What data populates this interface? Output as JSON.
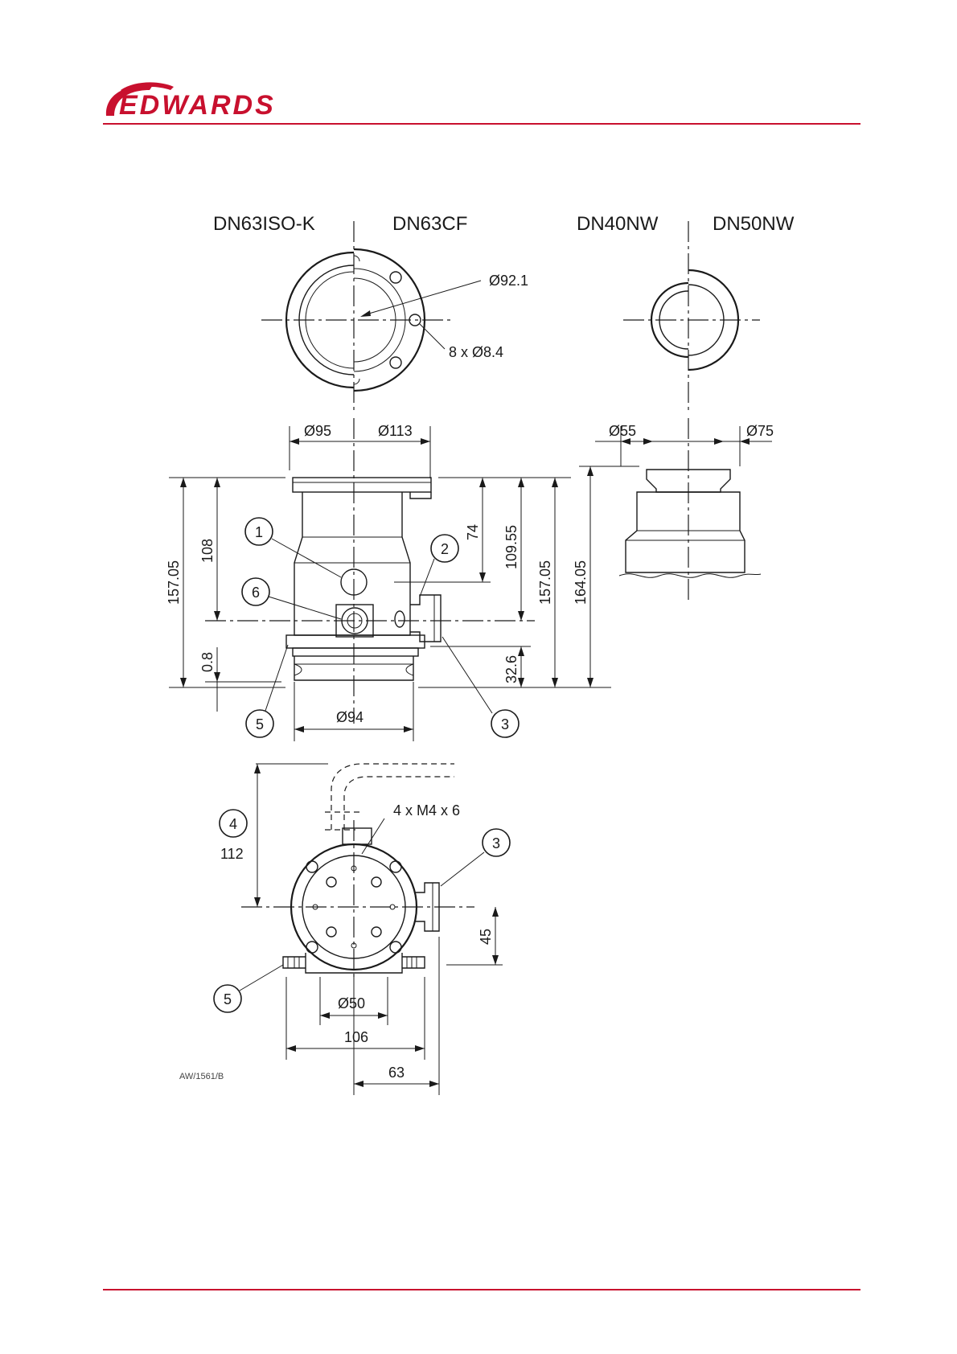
{
  "brand": {
    "name": "EDWARDS",
    "color": "#c8102e"
  },
  "headings": {
    "flange_iso": "DN63ISO-K",
    "flange_cf": "DN63CF",
    "flange_nw40": "DN40NW",
    "flange_nw50": "DN50NW"
  },
  "top_view": {
    "bolt_circle": "Ø92.1",
    "bolt_holes": "8 x Ø8.4"
  },
  "side_view": {
    "dia_95": "Ø95",
    "dia_113": "Ø113",
    "dia_94": "Ø94",
    "h_157_05_left": "157.05",
    "h_108": "108",
    "h_0_8": "0.8",
    "h_74": "74",
    "h_109_55": "109.55",
    "h_32_6": "32.6",
    "h_157_05_right": "157.05"
  },
  "nw_view": {
    "dia_55": "Ø55",
    "dia_75": "Ø75",
    "h_164_05": "164.05"
  },
  "bottom_view": {
    "screws": "4 x M4 x 6",
    "h_112": "112",
    "h_45": "45",
    "dia_50": "Ø50",
    "w_106": "106",
    "w_63": "63"
  },
  "callouts": {
    "c1": "1",
    "c2": "2",
    "c3": "3",
    "c4": "4",
    "c5": "5",
    "c6": "6"
  },
  "drawing_ref": "AW/1561/B",
  "colors": {
    "rule": "#c8102e",
    "line": "#1a1a1a"
  }
}
